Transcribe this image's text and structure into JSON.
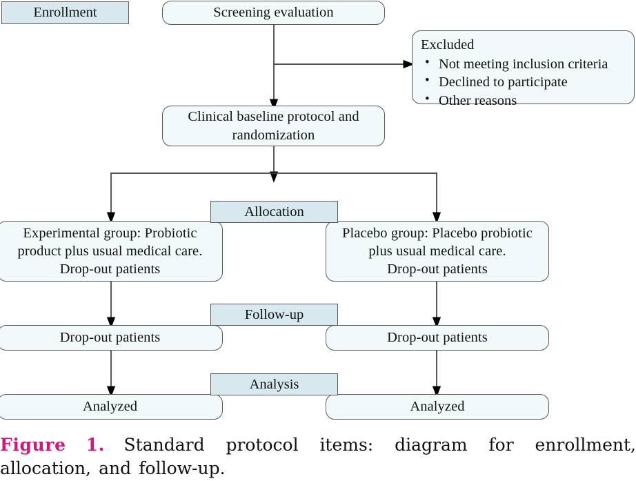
{
  "figure": {
    "phases": {
      "enrollment": "Enrollment",
      "allocation": "Allocation",
      "followup": "Follow-up",
      "analysis": "Analysis"
    },
    "nodes": {
      "screening": "Screening evaluation",
      "baseline_line1": "Clinical baseline protocol and",
      "baseline_line2": "randomization",
      "excluded_heading": "Excluded",
      "excluded_items": [
        "Not meeting inclusion criteria",
        "Declined to participate",
        "Other reasons"
      ],
      "experimental_line1": "Experimental group: Probiotic",
      "experimental_line2": "product plus usual medical care.",
      "experimental_line3": "Drop-out patients",
      "placebo_line1": "Placebo group: Placebo probiotic",
      "placebo_line2": "plus usual medical care.",
      "placebo_line3": "Drop-out patients",
      "followup_left": "Drop-out patients",
      "followup_right": "Drop-out patients",
      "analysis_left": "Analyzed",
      "analysis_right": "Analyzed"
    },
    "colors": {
      "chip_fill": "#d7e9ee",
      "node_fill": "#f2f9fa",
      "border": "#59595b",
      "figure_label": "#cf177e"
    }
  },
  "caption": {
    "label": "Figure 1.",
    "text": "Standard protocol items: diagram for enrollment, allocation, and follow-up."
  }
}
